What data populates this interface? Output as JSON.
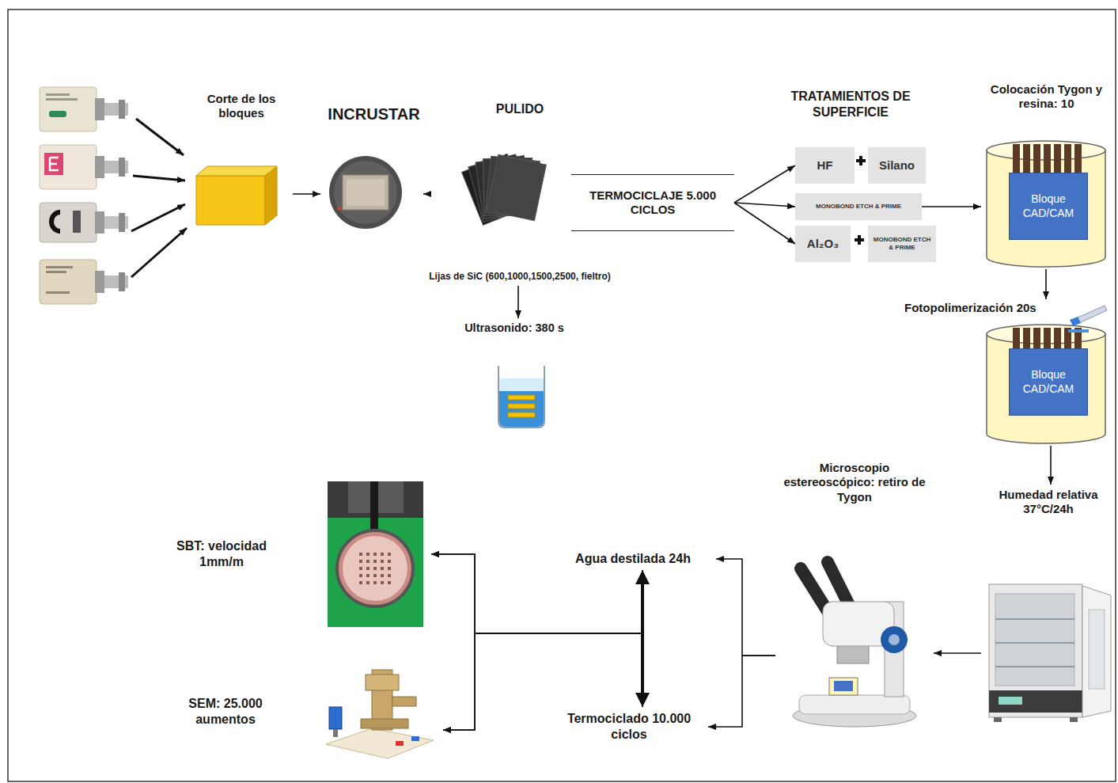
{
  "diagram": {
    "nodes": [
      {
        "text": [
          "Corte de los bloques"
        ]
      },
      {
        "text": [
          "INCRUSTAR"
        ]
      },
      {
        "text": [
          "PULIDO",
          "Lijas de SiC (600,1000,1500,2500, fieltro)"
        ]
      },
      {
        "text": [
          "Ultrasonido: 380 s"
        ]
      },
      {
        "text": [
          "TERMOCICLAJE 5.000 CICLOS"
        ]
      },
      {
        "text": [
          "HF"
        ]
      },
      {
        "text": [
          "Silano"
        ]
      },
      {
        "text": [
          "MONOBOND ETCH & PRIME"
        ]
      },
      {
        "text": [
          "Al₂O₃"
        ]
      },
      {
        "text": [
          "MONOBOND ETCH & PRIME"
        ]
      },
      {
        "text": [
          "Colocación Tygon y resina: 10"
        ]
      },
      {
        "text": [
          "Bloque CAD/CAM"
        ],
        "in": 10
      },
      {
        "text": [
          "Fotopolimerización 20s"
        ]
      },
      {
        "text": [
          "Bloque CAD/CAM"
        ],
        "in": 12
      },
      {
        "text": [
          "Humedad relativa 37°C/24h"
        ]
      },
      {
        "text": [
          "Microscopio estereoscópico: retiro de Tygon"
        ]
      },
      {
        "text": [
          "Agua destilada 24h"
        ]
      },
      {
        "text": [
          "Termociclado 10.000 ciclos"
        ]
      },
      {
        "text": [
          "SBT: velocidad 1mm/m"
        ]
      },
      {
        "text": [
          "SEM: 25.000 aumentos"
        ]
      }
    ],
    "edges": [
      {
        "from": 0,
        "to": 1,
        "arrow": "to"
      },
      {
        "from": 1,
        "to": 2,
        "arrow": "to"
      },
      {
        "from": 2,
        "to": 3,
        "arrow": "to"
      },
      {
        "from": 4,
        "to": 5,
        "arrow": "to"
      },
      {
        "from": 4,
        "to": 7,
        "arrow": "to"
      },
      {
        "from": 4,
        "to": 8,
        "arrow": "to"
      },
      {
        "from": 7,
        "to": 10,
        "arrow": "to"
      },
      {
        "from": 10,
        "to": 12,
        "arrow": "to"
      },
      {
        "from": 12,
        "to": 14,
        "arrow": "to"
      },
      {
        "from": 14,
        "to": 15,
        "arrow": "to"
      },
      {
        "from": 15,
        "to": 16,
        "arrow": "to"
      },
      {
        "from": 15,
        "to": 17,
        "arrow": "to"
      },
      {
        "from": 16,
        "to": 17,
        "arrow": "both"
      },
      {
        "from": 16,
        "to": 18,
        "arrow": "to"
      },
      {
        "from": 16,
        "to": 19,
        "arrow": "to"
      },
      {
        "from": 17,
        "to": 18,
        "arrow": "to"
      },
      {
        "from": 17,
        "to": 19,
        "arrow": "to"
      }
    ],
    "labels": [
      "TRATAMIENTOS DE SUPERFICIE"
    ]
  }
}
